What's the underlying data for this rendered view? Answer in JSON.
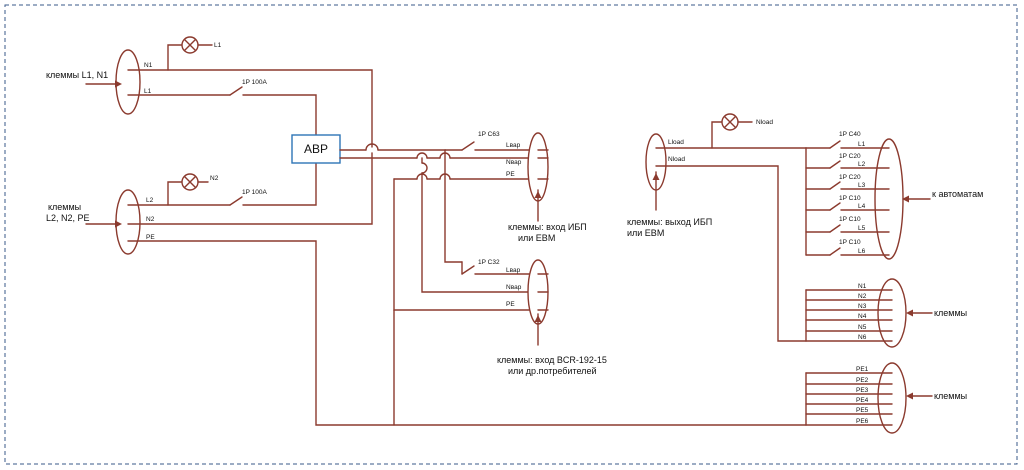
{
  "colors": {
    "wire": "#8b3a2e",
    "ats_border": "#2e75b6",
    "frame": "#3a5a8a"
  },
  "ats": {
    "label": "АВР"
  },
  "input1": {
    "caption": "клеммы L1, N1",
    "n_label": "N1",
    "l_label": "L1",
    "lamp_label": "L1",
    "breaker": "1P 100A"
  },
  "input2": {
    "caption_line1": "клеммы",
    "caption_line2": "L2, N2, PE",
    "l_label": "L2",
    "n_label": "N2",
    "pe_label": "PE",
    "lamp_label": "N2",
    "breaker": "1P 100A"
  },
  "ups_input": {
    "breaker": "1P C63",
    "l_label": "Lвар",
    "n_label": "Nвар",
    "pe_label": "PE",
    "caption_line1": "клеммы: вход ИБП",
    "caption_line2": "или EBM"
  },
  "bcr_input": {
    "breaker": "1P C32",
    "l_label": "Lвар",
    "n_label": "Nвар",
    "pe_label": "PE",
    "caption_line1": "клеммы: вход BCR-192-15",
    "caption_line2": "или др.потребителей"
  },
  "ups_output": {
    "lload_label": "Lload",
    "nload_label": "Nload",
    "lamp_label": "Nload",
    "caption_line1": "клеммы: выход ИБП",
    "caption_line2": "или EBM"
  },
  "breakers_group": {
    "caption": "к автоматам",
    "items": [
      {
        "breaker": "1P C40",
        "line": "L1"
      },
      {
        "breaker": "1P C20",
        "line": "L2"
      },
      {
        "breaker": "1P C20",
        "line": "L3"
      },
      {
        "breaker": "1P C10",
        "line": "L4"
      },
      {
        "breaker": "1P C10",
        "line": "L5"
      },
      {
        "breaker": "1P C10",
        "line": "L6"
      }
    ]
  },
  "neutral_terminals": {
    "caption": "клеммы",
    "labels": [
      "N1",
      "N2",
      "N3",
      "N4",
      "N5",
      "N6"
    ]
  },
  "pe_terminals": {
    "caption": "клеммы",
    "labels": [
      "PE1",
      "PE2",
      "PE3",
      "PE4",
      "PE5",
      "PE6"
    ]
  }
}
